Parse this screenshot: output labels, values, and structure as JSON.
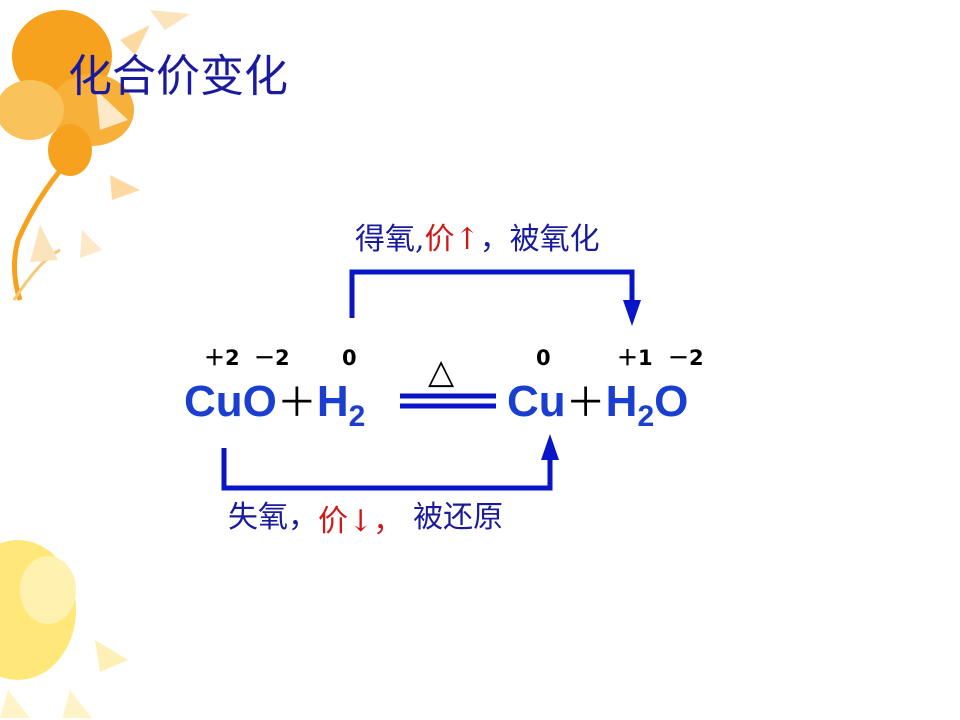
{
  "title": "化合价变化",
  "top_note": {
    "part1": "得氧,",
    "part2": "价↑",
    "part3": "，被氧化"
  },
  "bottom_note": {
    "part1": "失氧，",
    "part2": "价↓，",
    "part3": "被还原"
  },
  "oxidation_states": {
    "cu_in_cuo": "＋2",
    "o_in_cuo": "－2",
    "h_in_h2": "0",
    "cu": "0",
    "h_in_h2o": "＋1",
    "o_in_h2o": "－2"
  },
  "equation": {
    "reactant1": "CuO",
    "plus1": "＋",
    "reactant2_base": "H",
    "reactant2_sub": "2",
    "condition": "△",
    "product1": "Cu",
    "plus2": "＋",
    "product2_h": "H",
    "product2_sub": "2",
    "product2_o": "O"
  },
  "colors": {
    "title": "#1a1a9c",
    "formula": "#1a3fd0",
    "arrow": "#0a14c8",
    "highlight": "#d01818",
    "decor_orange": "#f6a21e",
    "decor_yellow": "#ffe77a"
  }
}
